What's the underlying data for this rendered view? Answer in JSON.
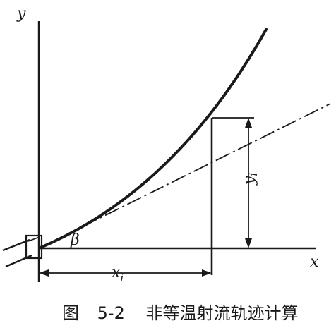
{
  "labels": {
    "y_axis": "y",
    "x_axis": "x",
    "angle": "β",
    "x_dim": "x",
    "x_dim_sub": "i",
    "y_dim": "y",
    "y_dim_sub": "i"
  },
  "caption": {
    "prefix": "图",
    "number": "5-2",
    "title": "非等温射流轨迹计算"
  },
  "colors": {
    "ink": "#1a1a1a",
    "background": "#ffffff"
  }
}
